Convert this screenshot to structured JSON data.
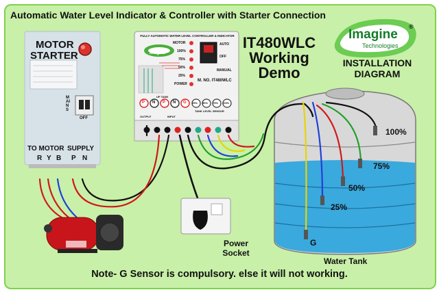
{
  "header": {
    "title": "Automatic Water Level Indicator & Controller with Starter Connection"
  },
  "brand": {
    "name": "Imagine",
    "tagline": "Technologies",
    "registered_mark": "®"
  },
  "model": {
    "line1": "IT480WLC",
    "line2": "Working",
    "line3": "Demo"
  },
  "install": {
    "line1": "INSTALLATION",
    "line2": "DIAGRAM"
  },
  "starter": {
    "title_line1": "MOTOR",
    "title_line2": "STARTER",
    "to_motor": "TO MOTOR",
    "supply": "SUPPLY",
    "terminals_motor": [
      "R",
      "Y",
      "B"
    ],
    "terminals_supply": [
      "P",
      "N"
    ],
    "mains_label": "MAINS",
    "off_label": "OFF"
  },
  "controller": {
    "header_text": "FULLY AUTOMATIC WATER LEVEL CONTROLLER & INDICATOR",
    "motor_label": "MOTOR",
    "levels": [
      "100%",
      "75%",
      "50%",
      "25%"
    ],
    "power_label": "POWER",
    "auto_label": "AUTO",
    "off_label": "OFF",
    "manual_label": "MANUAL",
    "model_no": "M. NO. IT480WLC",
    "up_tank": "UP TANK",
    "tank_sensor": "TANK LEVEL SENSOR",
    "output": "OUTPUT",
    "input": "INPUT",
    "terminals": [
      "P",
      "N",
      "P",
      "N",
      "G",
      "25%",
      "50%",
      "75%",
      "100%"
    ]
  },
  "tank": {
    "label": "Water Tank",
    "levels": [
      "100%",
      "75%",
      "50%",
      "25%",
      "G"
    ]
  },
  "socket": {
    "line1": "Power",
    "line2": "Socket"
  },
  "footer": {
    "note": "Note- G Sensor is compulsory. else it will not working."
  },
  "colors": {
    "background": "#c8f0a8",
    "water": "#3aa9dd",
    "starter_body": "#d7e1e8",
    "wire_red": "#e01818",
    "wire_green": "#22a02a",
    "wire_yellow": "#e8d400",
    "wire_blue": "#2040d8",
    "wire_black": "#111111"
  }
}
